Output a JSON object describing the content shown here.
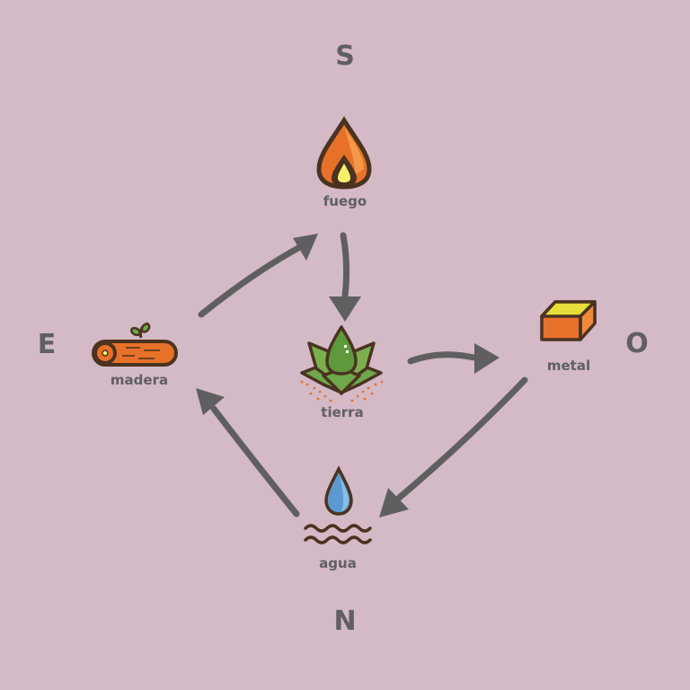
{
  "directions": {
    "south": "S",
    "east": "E",
    "west": "O",
    "north": "N"
  },
  "elements": {
    "fire": {
      "label": "fuego",
      "icon": "fire-icon"
    },
    "earth": {
      "label": "tierra",
      "icon": "plant-icon"
    },
    "metal": {
      "label": "metal",
      "icon": "metal-ingot-icon"
    },
    "water": {
      "label": "agua",
      "icon": "water-drop-icon"
    },
    "wood": {
      "label": "madera",
      "icon": "log-icon"
    }
  },
  "cycle": [
    [
      "madera",
      "fuego"
    ],
    [
      "fuego",
      "tierra"
    ],
    [
      "tierra",
      "metal"
    ],
    [
      "metal",
      "agua"
    ],
    [
      "agua",
      "madera"
    ]
  ],
  "colors": {
    "background": "#d4b9c6",
    "text": "#5f5f64",
    "arrow": "#5f5f62",
    "outline": "#4a3320"
  }
}
